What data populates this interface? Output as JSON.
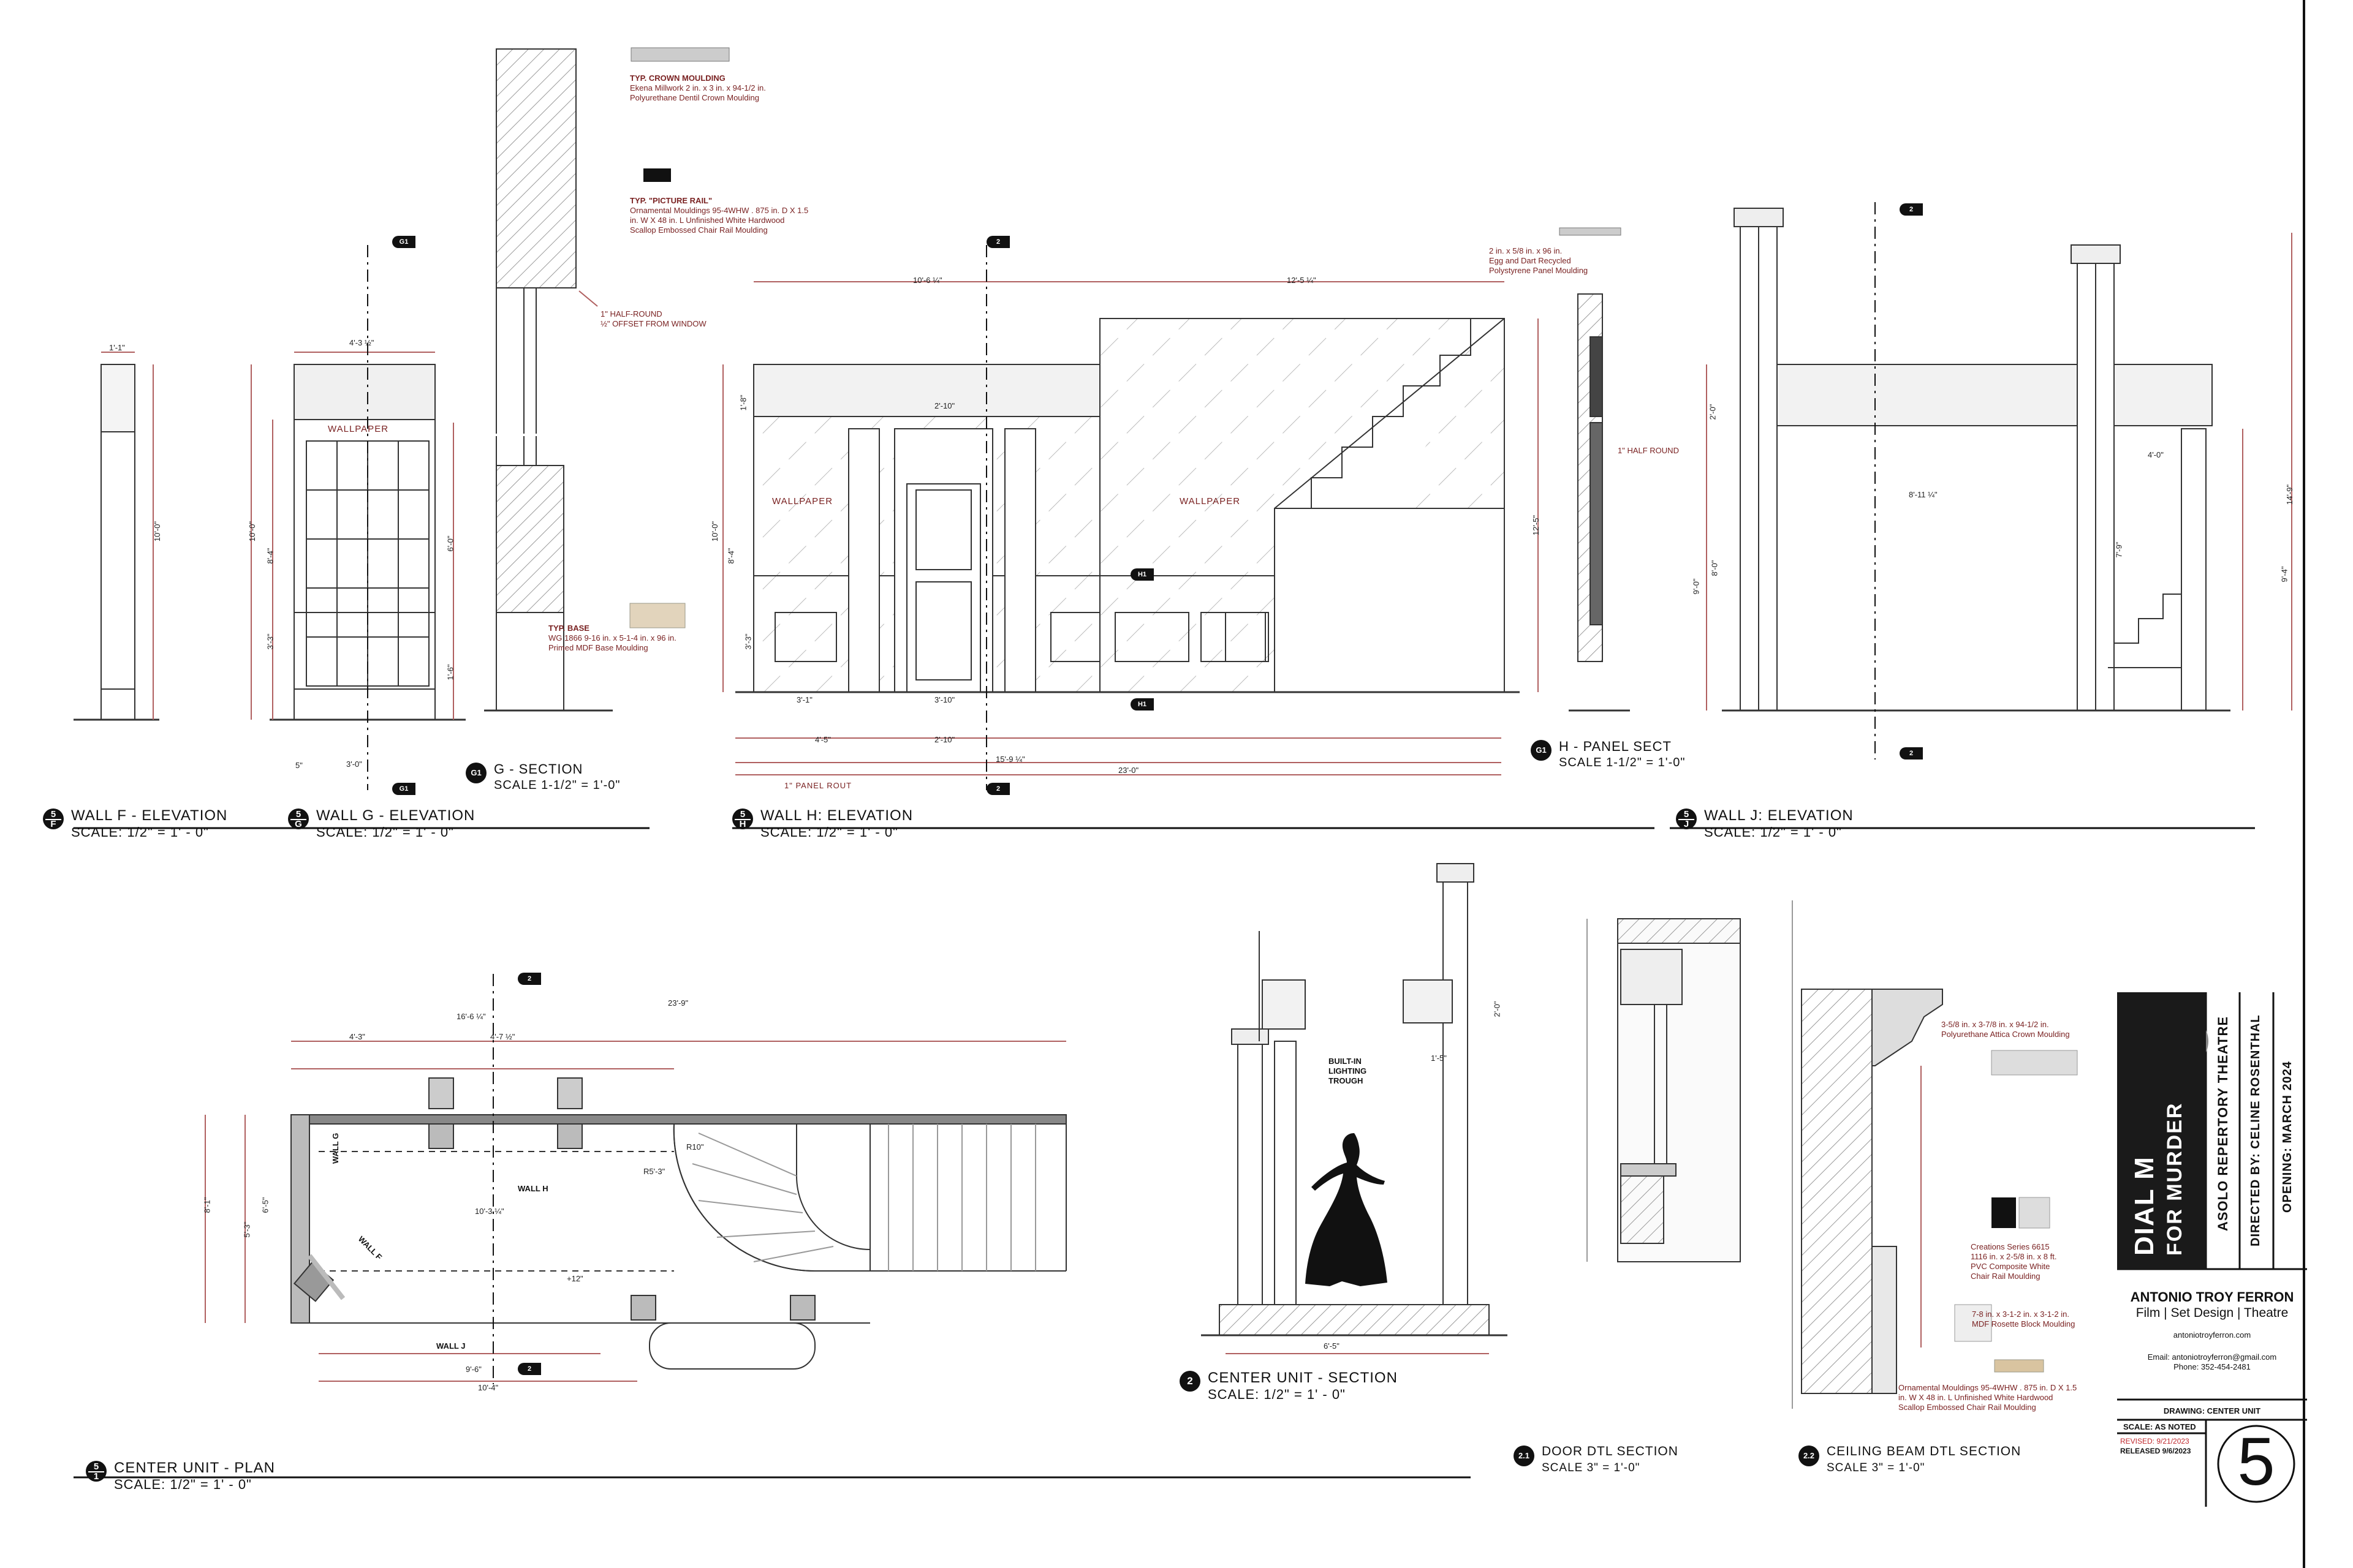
{
  "views": {
    "wall_f": {
      "num": "5",
      "sub": "F",
      "title": "WALL F - ELEVATION",
      "scale": "SCALE: 1/2\" = 1' - 0\""
    },
    "wall_g": {
      "num": "5",
      "sub": "G",
      "title": "WALL G - ELEVATION",
      "scale": "SCALE: 1/2\" = 1' - 0\""
    },
    "g_section": {
      "num": "G1",
      "title": "G - SECTION",
      "scale": "SCALE 1-1/2\" = 1'-0\""
    },
    "wall_h": {
      "num": "5",
      "sub": "H",
      "title": "WALL H: ELEVATION",
      "scale": "SCALE: 1/2\" = 1' - 0\""
    },
    "h_panel": {
      "num": "G1",
      "title": "H - PANEL SECT",
      "scale": "SCALE 1-1/2\" = 1'-0\""
    },
    "wall_j": {
      "num": "5",
      "sub": "J",
      "title": "WALL J: ELEVATION",
      "scale": "SCALE: 1/2\" = 1' - 0\""
    },
    "center_plan": {
      "num": "5",
      "sub": "1",
      "title": "CENTER UNIT - PLAN",
      "scale": "SCALE: 1/2\" = 1' - 0\""
    },
    "center_section": {
      "num": "2",
      "title": "CENTER UNIT - SECTION",
      "scale": "SCALE: 1/2\" = 1' - 0\""
    },
    "door_dtl": {
      "num": "2.1",
      "title": "DOOR DTL SECTION",
      "scale": "SCALE 3\" = 1'-0\""
    },
    "beam_dtl": {
      "num": "2.2",
      "title": "CEILING BEAM DTL SECTION",
      "scale": "SCALE 3\" = 1'-0\""
    }
  },
  "callouts": {
    "crown": {
      "title": "TYP. CROWN MOULDING",
      "lines": [
        "Ekena Millwork 2 in. x 3 in. x 94-1/2 in.",
        "Polyurethane Dentil Crown Moulding"
      ]
    },
    "picture_rail": {
      "title": "TYP. \"PICTURE RAIL\"",
      "lines": [
        "Ornamental Mouldings 95-4WHW . 875 in. D X 1.5",
        "in. W X 48 in. L Unfinished White Hardwood",
        "Scallop Embossed Chair Rail Moulding"
      ]
    },
    "half_round": {
      "title": "",
      "lines": [
        "1\" HALF-ROUND",
        "½\" OFFSET FROM WINDOW"
      ]
    },
    "base": {
      "title": "TYP. BASE",
      "lines": [
        "WG 1866 9-16 in. x 5-1-4 in. x 96 in.",
        "Primed MDF Base Moulding"
      ]
    },
    "egg_dart": {
      "title": "",
      "lines": [
        "2 in. x 5/8 in. x 96 in.",
        "Egg and Dart Recycled",
        "Polystyrene Panel Moulding"
      ]
    },
    "half_round_h": {
      "title": "",
      "lines": [
        "1\" HALF ROUND"
      ]
    },
    "attica": {
      "title": "",
      "lines": [
        "3-5/8 in. x 3-7/8 in. x 94-1/2 in.",
        "Polyurethane Attica Crown Moulding"
      ]
    },
    "creations": {
      "title": "",
      "lines": [
        "Creations Series 6615",
        "1116 in. x 2-5/8 in. x 8 ft.",
        "PVC Composite White",
        "Chair Rail Moulding"
      ]
    },
    "rosette": {
      "title": "",
      "lines": [
        "7-8 in. x 3-1-2 in. x 3-1-2 in.",
        "MDF Rosette Block Moulding"
      ]
    },
    "ornamental2": {
      "title": "",
      "lines": [
        "Ornamental Mouldings 95-4WHW . 875 in. D X 1.5",
        "in. W X 48 in. L Unfinished White Hardwood",
        "Scallop Embossed Chair Rail Moulding"
      ]
    },
    "lighting": {
      "title": "",
      "lines": [
        "BUILT-IN",
        "LIGHTING",
        "TROUGH"
      ]
    }
  },
  "labels": {
    "wallpaper_g": "WALLPAPER",
    "wallpaper_h1": "WALLPAPER",
    "wallpaper_h2": "WALLPAPER",
    "panel_rout": "1\" PANEL ROUT",
    "wall_g": "WALL G",
    "wall_f": "WALL F",
    "wall_h": "WALL H",
    "wall_j": "WALL J"
  },
  "markers": {
    "g1": "G1",
    "two": "2",
    "h1": "H1"
  },
  "dims": {
    "f_w": "1'-1\"",
    "f_h": "10'-0\"",
    "g_w": "4'-3 ½\"",
    "g_h1": "10'-0\"",
    "g_h2": "8'-4\"",
    "g_h3": "3'-3\"",
    "g_h4": "6'-0\"",
    "g_h5": "1'-6\"",
    "g_b": "3'-0\"",
    "g_s": "5\"",
    "h_top1": "10'-6 ¼\"",
    "h_top2": "12'-5 ¼\"",
    "h_door": "2'-10\"",
    "h_left": "1'-8\"",
    "h_h1": "10'-0\"",
    "h_h2": "8'-4\"",
    "h_h3": "3'-3\"",
    "h_b1": "3'-1\"",
    "h_b2": "4'-5\"",
    "h_b3": "2'-10\"",
    "h_b4": "3'-10\"",
    "h_b5": "15'-9 ¼\"",
    "h_b6": "23'-0\"",
    "h_r": "12'-5\"",
    "j_w": "8'-11 ¼\"",
    "j_w2": "4'-0\"",
    "j_h1": "14'-9\"",
    "j_h2": "9'-4\"",
    "j_h3": "7'-9\"",
    "j_h4": "9'-0\"",
    "j_h5": "8'-0\"",
    "j_h6": "2'-0\"",
    "p_total": "23'-9\"",
    "p_w1": "16'-6 ¼\"",
    "p_w2": "4'-3\"",
    "p_w3": "4'-7 ½\"",
    "p_h1": "8'-1\"",
    "p_h2": "5'-3\"",
    "p_h3": "6'-5\"",
    "p_r1": "R10\"",
    "p_r2": "R5'-3\"",
    "p_b1": "9'-6\"",
    "p_b2": "10'-4\"",
    "p_m": "10'-3 ¼\"",
    "p_c": "+12\"",
    "s_w": "6'-5\"",
    "s_h": "2'-0\"",
    "s_d": "1'-5\""
  },
  "title_block": {
    "poster_line1": "DIAL M",
    "poster_line2": "FOR MURDER",
    "theatre": "ASOLO REPERTORY THEATRE",
    "director": "DIRECTED BY: CELINE ROSENTHAL",
    "opening": "OPENING: MARCH 2024",
    "designer": "ANTONIO TROY FERRON",
    "role": "Film | Set Design | Theatre",
    "website": "antoniotroyferron.com",
    "email": "Email: antoniotroyferron@gmail.com",
    "phone": "Phone: 352-454-2481",
    "drawing": "DRAWING: CENTER UNIT",
    "scale": "SCALE: AS NOTED",
    "revised": "REVISED: 9/21/2023",
    "released": "RELEASED 9/6/2023",
    "sheet_number": "5"
  },
  "colors": {
    "ink": "#111111",
    "note": "#7a2222",
    "dim_line": "#b06060"
  }
}
